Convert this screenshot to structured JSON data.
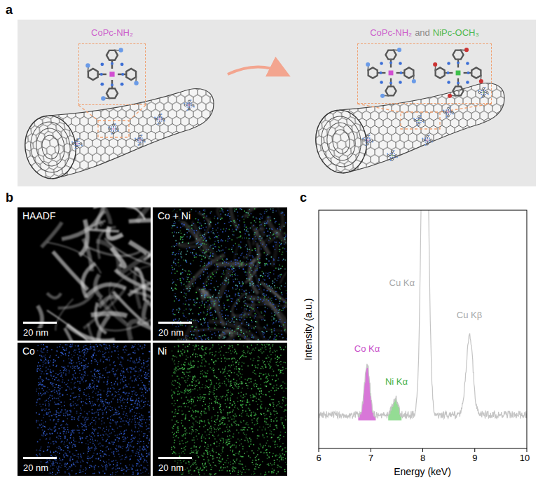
{
  "diagram": {
    "nodes": [
      {
        "text": [
          "CoPc-NH₂"
        ]
      },
      {
        "text": [
          "CoPc-NH₂",
          "and",
          "NiPc-OCH₃"
        ]
      },
      {
        "text": [
          "HAADF",
          "20 nm"
        ]
      },
      {
        "text": [
          "Co + Ni",
          "20 nm"
        ]
      },
      {
        "text": [
          "Co",
          "20 nm"
        ]
      },
      {
        "text": [
          "Ni",
          "20 nm"
        ]
      }
    ],
    "labels": [
      "a",
      "b",
      "c",
      "Cu Kα",
      "Cu Kβ",
      "Co Kα",
      "Ni Kα",
      "Intensity (a.u.)",
      "Energy (keV)",
      "6",
      "7",
      "8",
      "9",
      "10"
    ]
  }
}
